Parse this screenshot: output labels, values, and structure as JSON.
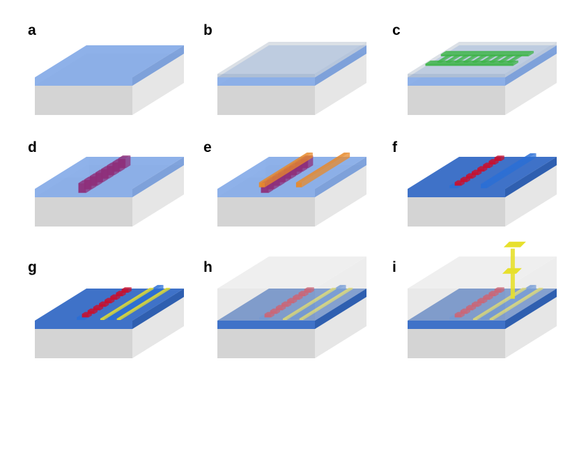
{
  "panels": [
    {
      "label": "a",
      "layers": [
        "substrate",
        "blue-film"
      ]
    },
    {
      "label": "b",
      "layers": [
        "substrate",
        "blue-film",
        "clear-film"
      ]
    },
    {
      "label": "c",
      "layers": [
        "substrate",
        "blue-film",
        "clear-film",
        "green-pattern"
      ]
    },
    {
      "label": "d",
      "layers": [
        "substrate",
        "blue-film",
        "purple-blocks"
      ]
    },
    {
      "label": "e",
      "layers": [
        "substrate",
        "blue-film",
        "purple-blocks",
        "orange-bars"
      ]
    },
    {
      "label": "f",
      "layers": [
        "substrate",
        "dark-blue-film",
        "red-chevrons",
        "blue-ridge"
      ]
    },
    {
      "label": "g",
      "layers": [
        "substrate",
        "dark-blue-film",
        "red-chevrons",
        "blue-ridge",
        "yellow-lines"
      ]
    },
    {
      "label": "h",
      "layers": [
        "substrate",
        "dark-blue-film",
        "red-chevrons",
        "blue-ridge",
        "yellow-lines",
        "clear-cladding"
      ]
    },
    {
      "label": "i",
      "layers": [
        "substrate",
        "dark-blue-film",
        "red-chevrons",
        "blue-ridge",
        "yellow-lines",
        "clear-cladding",
        "yellow-via-pads"
      ]
    }
  ],
  "colors": {
    "substrate_top": "#f3f3f3",
    "substrate_front": "#d4d4d4",
    "substrate_side": "#e6e6e6",
    "blue_light": "#7ba4e6",
    "blue_dark": "#3f72c8",
    "clear_film": "#cfd6de",
    "green": "#3fb44a",
    "purple": "#8e2f7a",
    "orange": "#e88a2a",
    "red": "#c8102e",
    "blue_ridge": "#2a6fd6",
    "yellow": "#e7e02c",
    "cladding": "#e3e3e3"
  }
}
